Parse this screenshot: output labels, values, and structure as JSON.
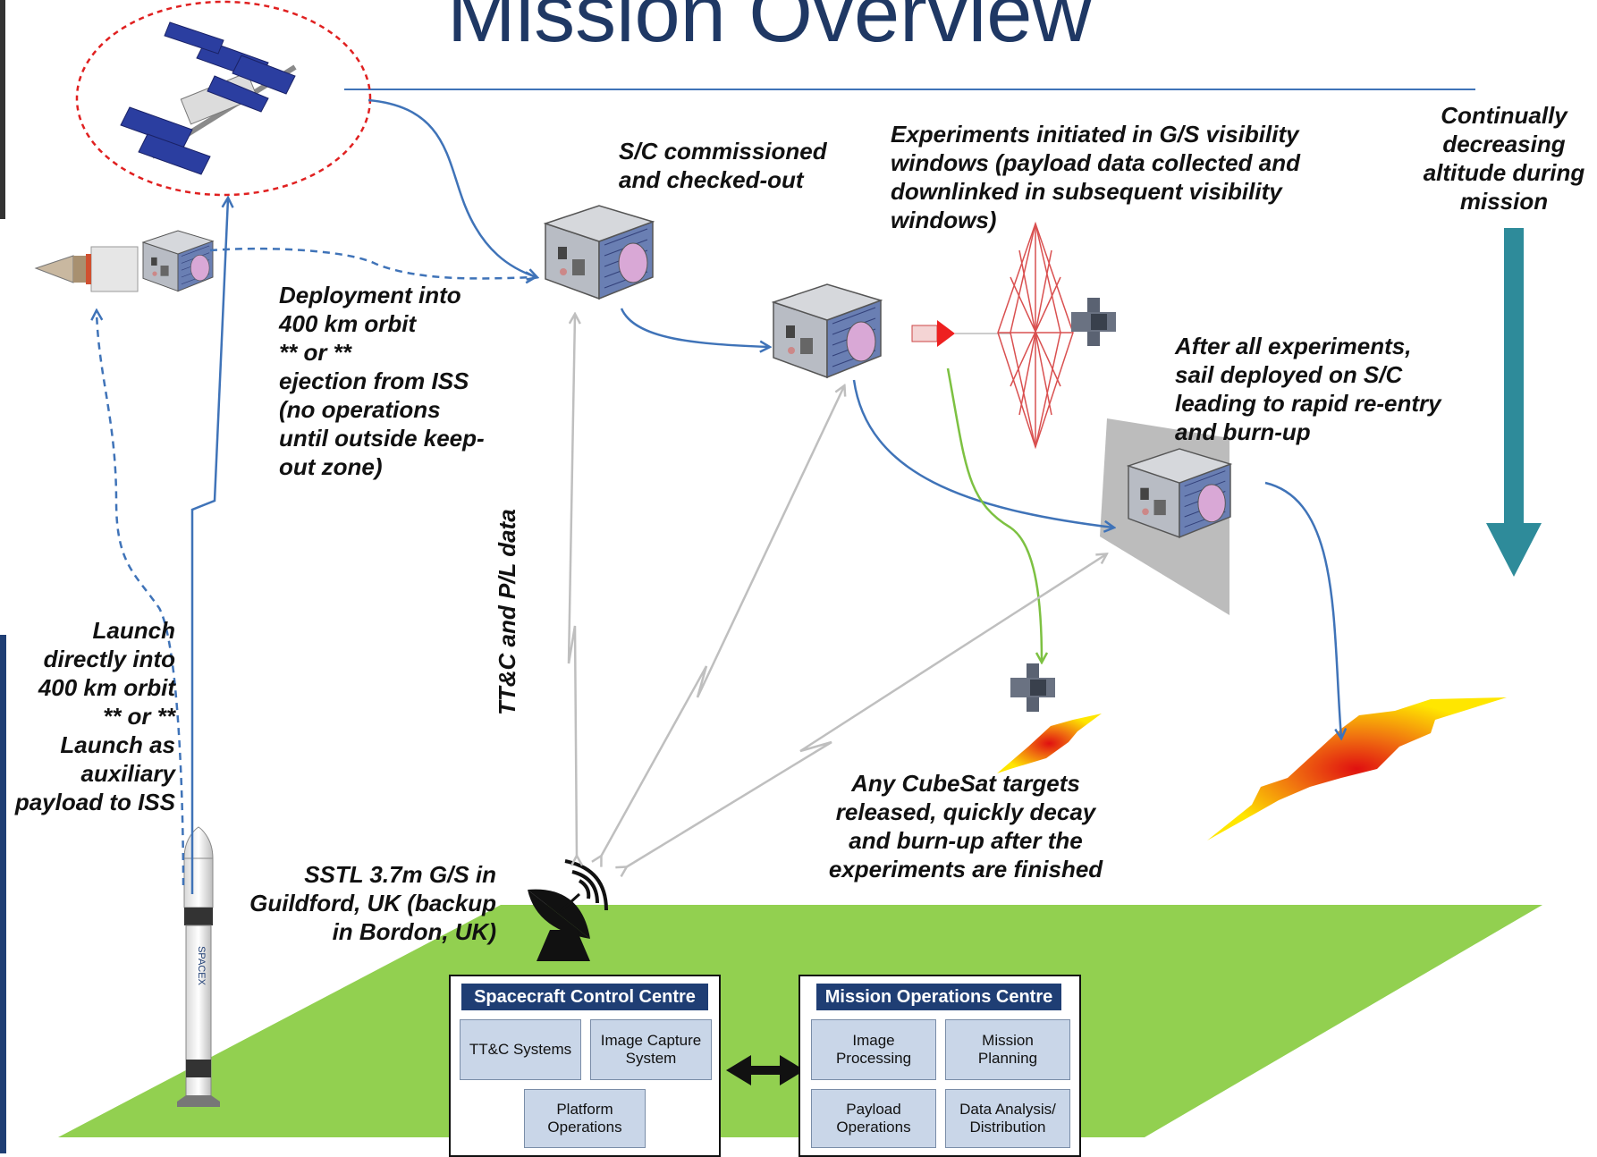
{
  "title": "Mission Overview",
  "labels": {
    "launch": "Launch\ndirectly into\n400 km orbit\n** or **\nLaunch as\nauxiliary\npayload to ISS",
    "deployment": "Deployment into\n400 km orbit\n** or **\nejection from ISS\n(no operations\nuntil outside keep-\nout zone)",
    "commissioned": "S/C commissioned\nand checked-out",
    "experiments": "Experiments initiated in G/S visibility\nwindows (payload data collected and\ndownlinked in subsequent visibility\nwindows)",
    "altitude": "Continually\ndecreasing\naltitude during\nmission",
    "sail": "After all experiments,\nsail deployed on S/C\nleading to rapid re-entry\nand burn-up",
    "cubesat": "Any CubeSat targets\nreleased, quickly decay\nand burn-up after the\nexperiments are finished",
    "ground_station": "SSTL 3.7m G/S in\nGuildford, UK (backup\nin Bordon, UK)",
    "ttc": "TT&C and P/L data"
  },
  "spacecraft_control_centre": {
    "title": "Spacecraft Control Centre",
    "boxes": [
      "TT&C Systems",
      "Image Capture\nSystem",
      "Platform\nOperations"
    ]
  },
  "mission_operations_centre": {
    "title": "Mission Operations Centre",
    "boxes": [
      "Image\nProcessing",
      "Mission\nPlanning",
      "Payload\nOperations",
      "Data Analysis/\nDistribution"
    ]
  },
  "colors": {
    "title": "#1f3864",
    "flow_arrow": "#3f73b8",
    "ground": "#92d050",
    "comms": "#bfbfbf",
    "altitude_arrow": "#2e8b9a",
    "decay_arrow": "#7dc142",
    "centre_header": "#1f3e74",
    "centre_box": "#c9d6e8",
    "iss_ellipse": "#e02020"
  },
  "icons": [
    "iss-icon",
    "satellite-icon",
    "rocket-icon",
    "ground-station-dish-icon",
    "cubesat-target-icon",
    "burn-up-flame-icon",
    "drag-sail-icon",
    "launch-vehicle-upper-stage-icon"
  ]
}
